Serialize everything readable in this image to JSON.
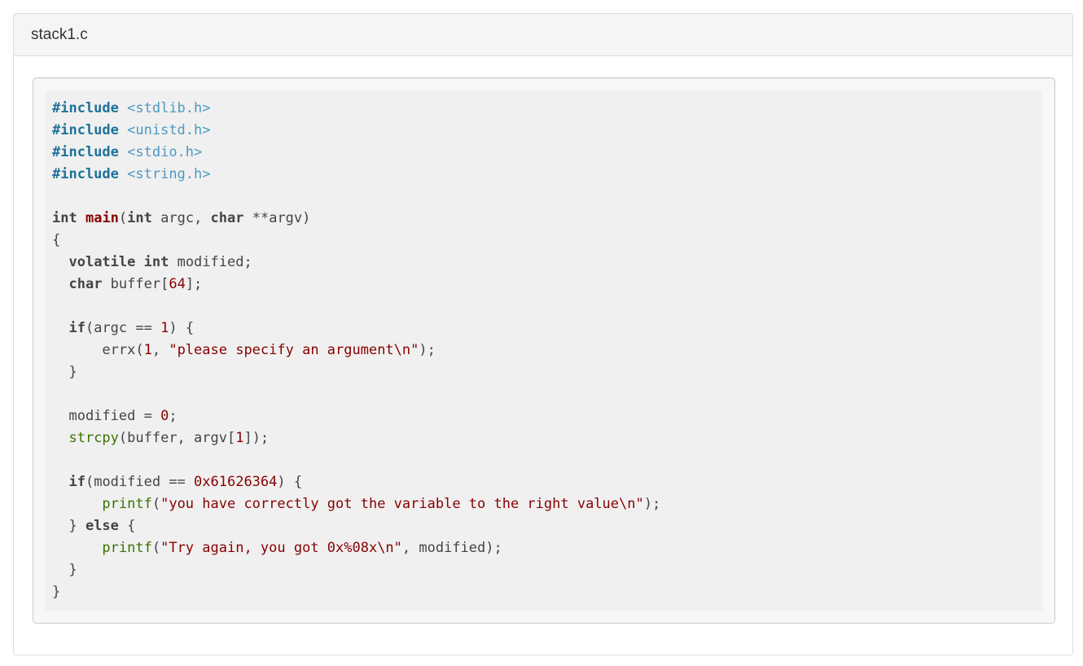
{
  "panel": {
    "title": "stack1.c"
  },
  "colors": {
    "page_bg": "#ffffff",
    "panel_border": "#dddddd",
    "header_bg": "#f5f5f5",
    "title_text": "#333333",
    "well_bg": "#f7f7f7",
    "well_border": "#cccccc",
    "code_bg": "#f0f0f0",
    "code_plain": "#444444",
    "keyword": "#444444",
    "meta": "#1f7199",
    "meta_string": "#4d99bf",
    "function_title": "#880000",
    "number": "#880000",
    "string": "#880000",
    "builtin": "#397300"
  },
  "code": {
    "lines": [
      [
        [
          "m",
          "#include"
        ],
        [
          "p",
          " "
        ],
        [
          "ms",
          "<stdlib.h>"
        ]
      ],
      [
        [
          "m",
          "#include"
        ],
        [
          "p",
          " "
        ],
        [
          "ms",
          "<unistd.h>"
        ]
      ],
      [
        [
          "m",
          "#include"
        ],
        [
          "p",
          " "
        ],
        [
          "ms",
          "<stdio.h>"
        ]
      ],
      [
        [
          "m",
          "#include"
        ],
        [
          "p",
          " "
        ],
        [
          "ms",
          "<string.h>"
        ]
      ],
      [],
      [
        [
          "k",
          "int"
        ],
        [
          "p",
          " "
        ],
        [
          "t",
          "main"
        ],
        [
          "p",
          "("
        ],
        [
          "k",
          "int"
        ],
        [
          "p",
          " argc, "
        ],
        [
          "k",
          "char"
        ],
        [
          "p",
          " **argv)"
        ]
      ],
      [
        [
          "p",
          "{"
        ]
      ],
      [
        [
          "p",
          "  "
        ],
        [
          "k",
          "volatile"
        ],
        [
          "p",
          " "
        ],
        [
          "k",
          "int"
        ],
        [
          "p",
          " modified;"
        ]
      ],
      [
        [
          "p",
          "  "
        ],
        [
          "k",
          "char"
        ],
        [
          "p",
          " buffer["
        ],
        [
          "n",
          "64"
        ],
        [
          "p",
          "];"
        ]
      ],
      [],
      [
        [
          "p",
          "  "
        ],
        [
          "k",
          "if"
        ],
        [
          "p",
          "(argc == "
        ],
        [
          "n",
          "1"
        ],
        [
          "p",
          ") {"
        ]
      ],
      [
        [
          "p",
          "      errx("
        ],
        [
          "n",
          "1"
        ],
        [
          "p",
          ", "
        ],
        [
          "s",
          "\"please specify an argument\\n\""
        ],
        [
          "p",
          ");"
        ]
      ],
      [
        [
          "p",
          "  }"
        ]
      ],
      [],
      [
        [
          "p",
          "  modified = "
        ],
        [
          "n",
          "0"
        ],
        [
          "p",
          ";"
        ]
      ],
      [
        [
          "p",
          "  "
        ],
        [
          "b",
          "strcpy"
        ],
        [
          "p",
          "(buffer, argv["
        ],
        [
          "n",
          "1"
        ],
        [
          "p",
          "]);"
        ]
      ],
      [],
      [
        [
          "p",
          "  "
        ],
        [
          "k",
          "if"
        ],
        [
          "p",
          "(modified == "
        ],
        [
          "n",
          "0x61626364"
        ],
        [
          "p",
          ") {"
        ]
      ],
      [
        [
          "p",
          "      "
        ],
        [
          "b",
          "printf"
        ],
        [
          "p",
          "("
        ],
        [
          "s",
          "\"you have correctly got the variable to the right value\\n\""
        ],
        [
          "p",
          ");"
        ]
      ],
      [
        [
          "p",
          "  } "
        ],
        [
          "k",
          "else"
        ],
        [
          "p",
          " {"
        ]
      ],
      [
        [
          "p",
          "      "
        ],
        [
          "b",
          "printf"
        ],
        [
          "p",
          "("
        ],
        [
          "s",
          "\"Try again, you got 0x%08x\\n\""
        ],
        [
          "p",
          ", modified);"
        ]
      ],
      [
        [
          "p",
          "  }"
        ]
      ],
      [
        [
          "p",
          "}"
        ]
      ]
    ]
  }
}
